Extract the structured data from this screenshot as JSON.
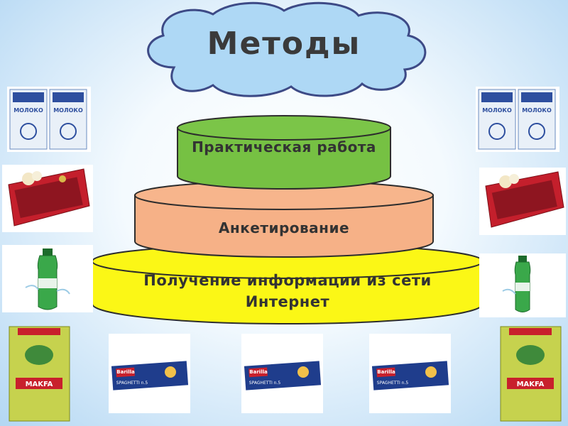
{
  "title": "Методы",
  "tiers": {
    "top": "Практическая работа",
    "middle": "Анкетирование",
    "bottom": "Получение информации из сети Интернет"
  },
  "products": {
    "milk_brand": "МОЛОКО",
    "pasta_brand": "MAKFA",
    "spaghetti_brand": "Barilla",
    "spaghetti_label": "SPAGHETTI n.5"
  },
  "colors": {
    "cloud_fill": "#aed8f5",
    "cloud_stroke": "#3d4a86",
    "tier_top": "#76c143",
    "tier_middle": "#f6b187",
    "tier_bottom": "#fbf716"
  }
}
